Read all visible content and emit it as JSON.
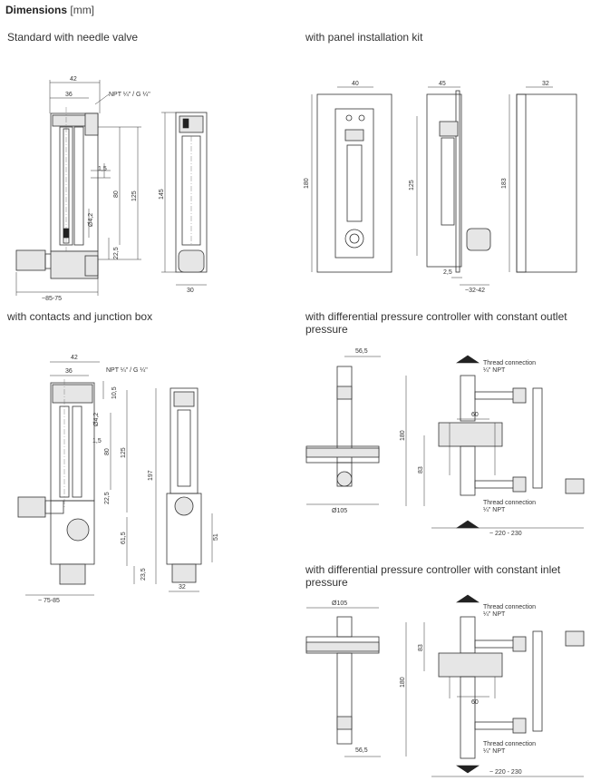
{
  "header": {
    "title": "Dimensions",
    "unit": "[mm]"
  },
  "sections": {
    "needle_valve": {
      "caption": "Standard with needle valve",
      "dims": {
        "w42": "42",
        "w36": "36",
        "thread": "NPT ¼\" / G ¼\"",
        "d15": "1,5",
        "d80": "80",
        "d125": "125",
        "d145": "145",
        "dia42": "Ø4,2",
        "d225": "22,5",
        "range": "~85-75",
        "w30": "30"
      }
    },
    "panel": {
      "caption": "with panel installation kit",
      "dims": {
        "w40": "40",
        "h180": "180",
        "w45": "45",
        "h125": "125",
        "d25": "2,5",
        "range": "~32-42",
        "w32": "32",
        "h183": "183"
      }
    },
    "contacts": {
      "caption": "with contacts and junction box",
      "dims": {
        "w42": "42",
        "w36": "36",
        "thread": "NPT ¼\" / G ¼\"",
        "d105": "10,5",
        "dia42": "Ø4,2",
        "d15": "1,5",
        "d80": "80",
        "d125": "125",
        "d225": "22,5",
        "d615": "61,5",
        "d235": "23,5",
        "h197": "197",
        "d51": "51",
        "w32": "32",
        "range": "~ 75-85"
      }
    },
    "outlet": {
      "caption": "with differential pressure controller with constant outlet pressure",
      "dims": {
        "d565": "56,5",
        "dia105": "Ø105",
        "d60": "60",
        "h180": "180",
        "h83": "83",
        "range": "~ 220 - 230"
      },
      "thread_top": [
        "Thread connection",
        "¼\" NPT"
      ],
      "thread_bottom": [
        "Thread connection",
        "¼\" NPT"
      ]
    },
    "inlet": {
      "caption": "with differential pressure controller with constant inlet pressure",
      "dims": {
        "dia105": "Ø105",
        "d565": "56,5",
        "h83": "83",
        "h180": "180",
        "d60": "60",
        "range": "~ 220 - 230"
      },
      "thread_top": [
        "Thread connection",
        "¼\" NPT"
      ],
      "thread_bottom": [
        "Thread connection",
        "¼\" NPT"
      ]
    }
  }
}
